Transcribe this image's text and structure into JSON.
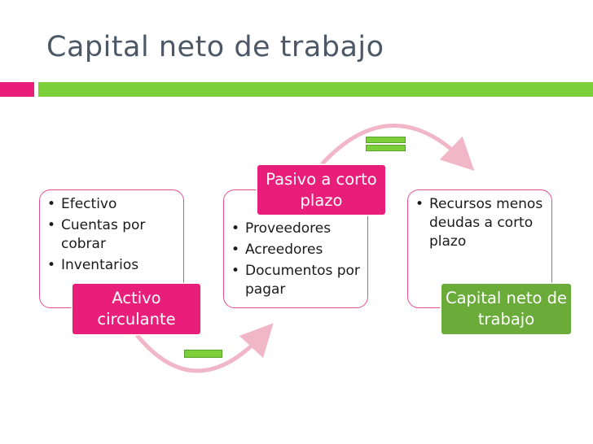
{
  "title": "Capital neto de trabajo",
  "colors": {
    "pink": "#e91e7b",
    "green": "#7dcf3a",
    "dark_green": "#6aab3a",
    "arrow": "#f2b6c9"
  },
  "steps": [
    {
      "label": "Activo circulante",
      "items": [
        "Efectivo",
        "Cuentas por cobrar",
        "Inventarios"
      ]
    },
    {
      "label": "Pasivo a corto plazo",
      "items": [
        "Proveedores",
        "Acreedores",
        "Documentos por pagar"
      ]
    },
    {
      "label": "Capital neto de trabajo",
      "items": [
        "Recursos menos deudas a corto plazo"
      ]
    }
  ],
  "operators": [
    "minus-icon",
    "equals-icon"
  ]
}
